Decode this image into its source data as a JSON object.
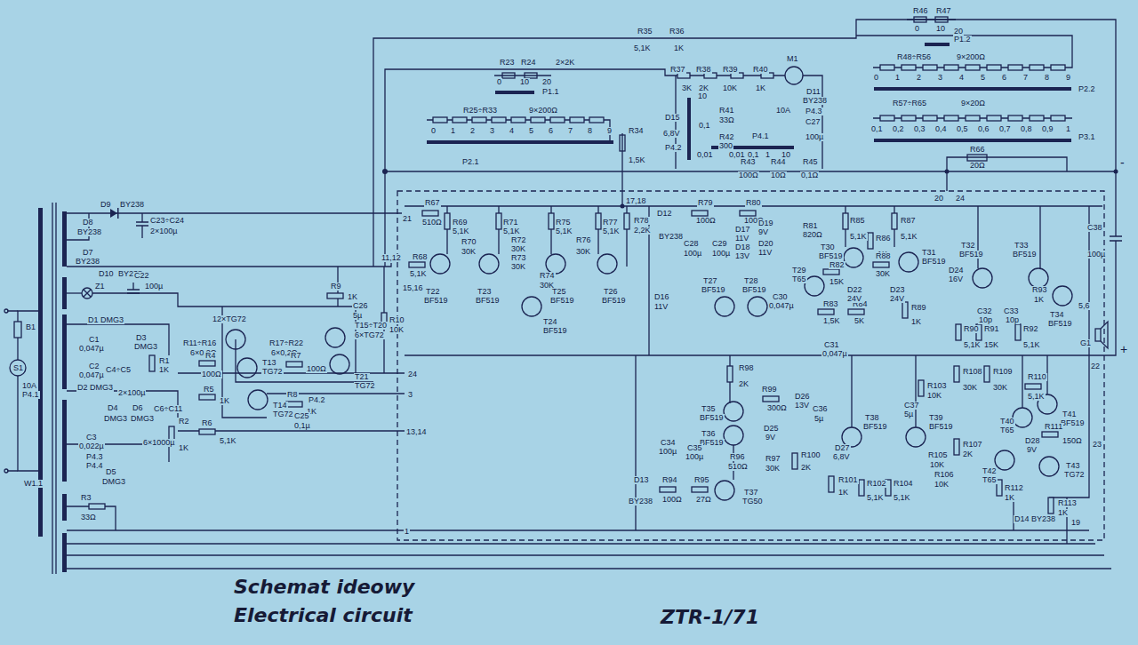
{
  "diagram": {
    "title": "Schemat ideowy",
    "caption": "Electrical circuit",
    "labels": [
      "R35",
      "5,1K",
      "R36",
      "1K",
      "R23",
      "R24",
      "0",
      "10",
      "20",
      "2×2K",
      "P1.1",
      "R25÷R33",
      "9×200Ω",
      "0",
      "1",
      "2",
      "3",
      "4",
      "5",
      "6",
      "7",
      "8",
      "9",
      "P2.1",
      "R34",
      "1,5K",
      "R37",
      "3K",
      "R38",
      "2K",
      "R39",
      "10K",
      "R40",
      "1K",
      "M1",
      "D11",
      "BY238",
      "10A",
      "P4.3",
      "C27",
      "100µ",
      "10",
      "0,1",
      "0,01",
      "D15",
      "6,8V",
      "P4.2",
      "R41",
      "33Ω",
      "R42",
      "300",
      "P4.1",
      "0,01",
      "0,1",
      "1",
      "10",
      "R43",
      "100Ω",
      "R44",
      "10Ω",
      "R45",
      "0,1Ω",
      "R46",
      "R47",
      "0",
      "10",
      "20",
      "P1.2",
      "R48÷R56",
      "9×200Ω",
      "0",
      "1",
      "2",
      "3",
      "4",
      "5",
      "6",
      "7",
      "8",
      "9",
      "P2.2",
      "R57÷R65",
      "9×20Ω",
      "0,1",
      "0,2",
      "0,3",
      "0,4",
      "0,5",
      "0,6",
      "0,7",
      "0,8",
      "0,9",
      "1",
      "P3.1",
      "R66",
      "20Ω",
      "-",
      "C38",
      "100µ",
      "+",
      "D9",
      "BY238",
      "D8",
      "BY238",
      "C23÷C24",
      "2×100µ",
      "D7",
      "BY238",
      "D10",
      "BY238",
      "Z1",
      "C22",
      "100µ",
      "D1",
      "DMG3",
      "D3",
      "DMG3",
      "C1",
      "0,047µ",
      "C2",
      "0,047µ",
      "C4÷C5",
      "2×100µ",
      "R1",
      "1K",
      "D2",
      "DMG3",
      "D4",
      "DMG3",
      "D6",
      "DMG3",
      "C6÷C11",
      "6×1000µ",
      "C3",
      "0,022µ",
      "P4.3",
      "P4.4",
      "D5",
      "DMG3",
      "R2",
      "1K",
      "R3",
      "33Ω",
      "B1",
      "S1",
      "10A",
      "P4.1",
      "W1.1",
      "12×TG72",
      "R11÷R16",
      "6×0,2Ω",
      "R17÷R22",
      "6×0,2Ω",
      "R4",
      "100Ω",
      "T13",
      "TG72",
      "R5",
      "1K",
      "T14",
      "TG72",
      "R6",
      "5,1K",
      "R7",
      "100Ω",
      "R8",
      "1K",
      "P4.2",
      "C25",
      "0,1µ",
      "R9",
      "1K",
      "C26",
      "5µ",
      "T15÷T20",
      "6×TG72",
      "T21",
      "TG72",
      "R10",
      "10K",
      "21",
      "R67",
      "510Ω",
      "R68",
      "5,1K",
      "11,12",
      "15,16",
      "R69",
      "5,1K",
      "R70",
      "30K",
      "T22",
      "BF519",
      "R71",
      "5,1K",
      "R72",
      "30K",
      "R73",
      "30K",
      "T23",
      "BF519",
      "R74",
      "30K",
      "T24",
      "BF519",
      "R75",
      "5,1K",
      "R76",
      "30K",
      "T25",
      "BF519",
      "R77",
      "5,1K",
      "T26",
      "BF519",
      "17,18",
      "R78",
      "2,2K",
      "D12",
      "BY238",
      "D16",
      "11V",
      "R79",
      "100Ω",
      "R80",
      "100Ω",
      "C28",
      "100µ",
      "C29",
      "100µ",
      "D17",
      "11V",
      "D18",
      "13V",
      "D19",
      "9V",
      "D20",
      "11V",
      "R81",
      "820Ω",
      "T29",
      "T65",
      "C30",
      "0,047µ",
      "T27",
      "BF519",
      "T28",
      "BF519",
      "R82",
      "15K",
      "R83",
      "1,5K",
      "R84",
      "5K",
      "C31",
      "0,047µ",
      "D22",
      "24V",
      "D23",
      "24V",
      "R85",
      "5,1K",
      "R86",
      "1K",
      "R87",
      "5,1K",
      "R88",
      "30K",
      "R89",
      "1K",
      "T30",
      "BF519",
      "T31",
      "BF519",
      "20",
      "24",
      "T32",
      "BF519",
      "T33",
      "BF519",
      "D24",
      "16V",
      "C32",
      "10p",
      "C33",
      "10p",
      "R90",
      "5,1K",
      "R91",
      "15K",
      "R92",
      "5,1K",
      "R93",
      "1K",
      "T34",
      "BF519",
      "5,6",
      "G1",
      "22",
      "R98",
      "2K",
      "T35",
      "BF519",
      "T36",
      "BF519",
      "R99",
      "300Ω",
      "D25",
      "9V",
      "D26",
      "13V",
      "C36",
      "5µ",
      "R100",
      "2K",
      "C34",
      "100µ",
      "C35",
      "100µ",
      "R96",
      "510Ω",
      "R97",
      "30K",
      "T37",
      "TG50",
      "D13",
      "BY238",
      "R94",
      "100Ω",
      "R95",
      "27Ω",
      "R101",
      "1K",
      "D27",
      "6,8V",
      "T38",
      "BF519",
      "R102",
      "5,1K",
      "R104",
      "5,1K",
      "R103",
      "10K",
      "C37",
      "5µ",
      "T39",
      "BF519",
      "R105",
      "10K",
      "R106",
      "10K",
      "R107",
      "2K",
      "R108",
      "30K",
      "R109",
      "30K",
      "R110",
      "5,1K",
      "T40",
      "T65",
      "T41",
      "BF519",
      "D28",
      "9V",
      "R111",
      "150Ω",
      "T42",
      "T65",
      "R112",
      "1K",
      "T43",
      "TG72",
      "R113",
      "1K",
      "D14",
      "BY238",
      "23",
      "19",
      "24",
      "3",
      "13,14",
      "1",
      "ZTR-1/71"
    ]
  }
}
